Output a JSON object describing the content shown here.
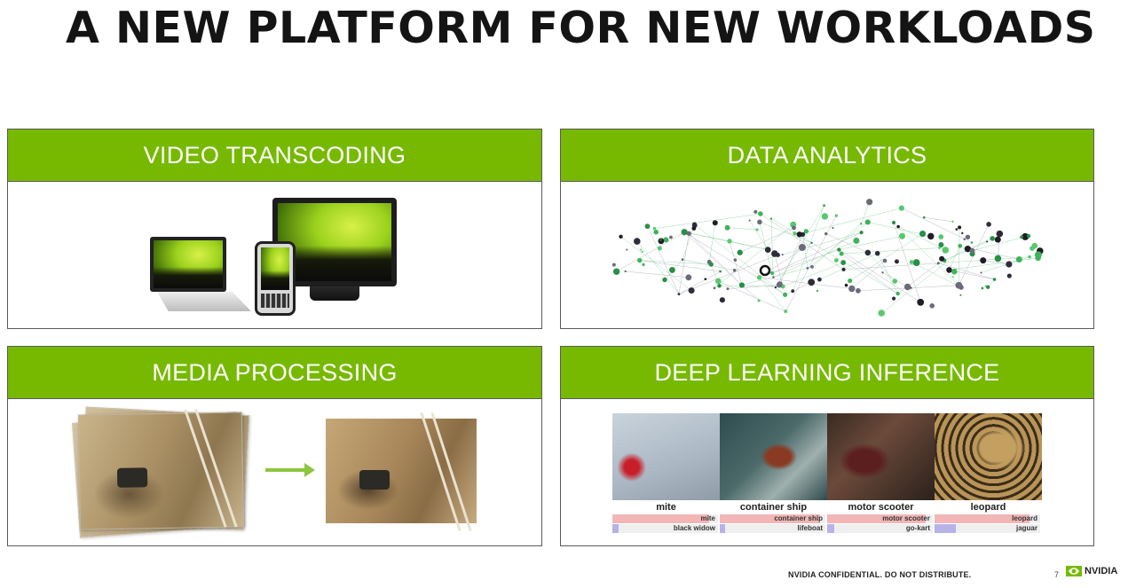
{
  "slide": {
    "title": "A NEW PLATFORM FOR NEW WORKLOADS"
  },
  "panels": [
    {
      "title": "VIDEO TRANSCODING"
    },
    {
      "title": "DATA ANALYTICS"
    },
    {
      "title": "MEDIA PROCESSING"
    },
    {
      "title": "DEEP LEARNING INFERENCE"
    }
  ],
  "deep_learning": {
    "images": [
      {
        "label": "mite",
        "bars": [
          {
            "text": "mite",
            "value": 0.92,
            "color": "#f2b6b6"
          },
          {
            "text": "black widow",
            "value": 0.06,
            "color": "#b7b2e8"
          }
        ]
      },
      {
        "label": "container ship",
        "bars": [
          {
            "text": "container ship",
            "value": 0.95,
            "color": "#f2b6b6"
          },
          {
            "text": "lifeboat",
            "value": 0.05,
            "color": "#b7b2e8"
          }
        ]
      },
      {
        "label": "motor scooter",
        "bars": [
          {
            "text": "motor scooter",
            "value": 0.93,
            "color": "#f2b6b6"
          },
          {
            "text": "go-kart",
            "value": 0.07,
            "color": "#b7b2e8"
          }
        ]
      },
      {
        "label": "leopard",
        "bars": [
          {
            "text": "leopard",
            "value": 0.9,
            "color": "#f2b6b6"
          },
          {
            "text": "jaguar",
            "value": 0.2,
            "color": "#b7b2e8"
          }
        ]
      }
    ]
  },
  "footer": {
    "confidential": "NVIDIA CONFIDENTIAL. DO NOT DISTRIBUTE.",
    "page_number": "7",
    "logo_text": "NVIDIA"
  },
  "colors": {
    "brand_green": "#76b900",
    "title_text": "#141414",
    "panel_border": "#5a5a5a"
  }
}
